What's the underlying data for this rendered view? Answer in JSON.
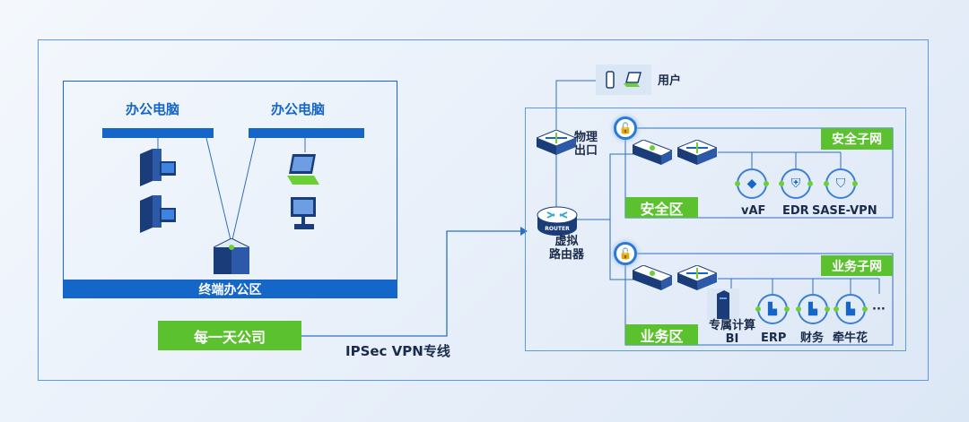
{
  "left_zone": {
    "pc_label_1": "办公电脑",
    "pc_label_2": "办公电脑",
    "zone_label": "终端办公区",
    "company": "每一天公司"
  },
  "link": {
    "label": "IPSec VPN专线"
  },
  "right_zone": {
    "user_label": "用户",
    "physical_exit": [
      "物理",
      "出口"
    ],
    "virtual_router": [
      "虚拟",
      "路由器"
    ],
    "router_text": "ROUTER",
    "security": {
      "subnet_label": "安全子网",
      "zone_label": "安全区",
      "services": [
        "vAF",
        "EDR",
        "SASE-VPN"
      ]
    },
    "business": {
      "subnet_label": "业务子网",
      "zone_label": "业务区",
      "server_label": [
        "专属计算",
        "BI"
      ],
      "services": [
        "ERP",
        "财务",
        "牵牛花"
      ],
      "more": "···"
    }
  },
  "colors": {
    "blue": "#1566c9",
    "green": "#5cc12f",
    "line": "#2f6fc0"
  }
}
